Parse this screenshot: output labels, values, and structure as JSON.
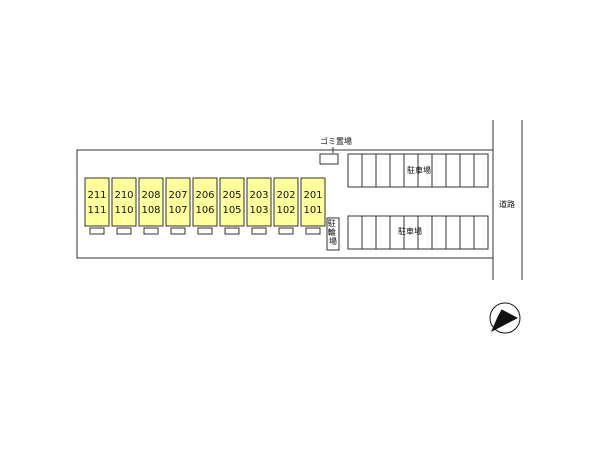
{
  "colors": {
    "unit_fill": "#ffff9c",
    "line": "#333333",
    "background": "#ffffff"
  },
  "units": [
    {
      "upper": "211",
      "lower": "111"
    },
    {
      "upper": "210",
      "lower": "110"
    },
    {
      "upper": "208",
      "lower": "108"
    },
    {
      "upper": "207",
      "lower": "107"
    },
    {
      "upper": "206",
      "lower": "106"
    },
    {
      "upper": "205",
      "lower": "105"
    },
    {
      "upper": "203",
      "lower": "103"
    },
    {
      "upper": "202",
      "lower": "102"
    },
    {
      "upper": "201",
      "lower": "101"
    }
  ],
  "labels": {
    "garbage": "ゴミ置場",
    "bicycle_parking": "駐\n輪\n場",
    "parking_upper": "駐車場",
    "parking_lower": "駐車場",
    "road": "道路"
  },
  "parking": {
    "upper_spaces": 10,
    "lower_spaces": 10
  },
  "icons": {
    "compass": "north-arrow-icon"
  }
}
